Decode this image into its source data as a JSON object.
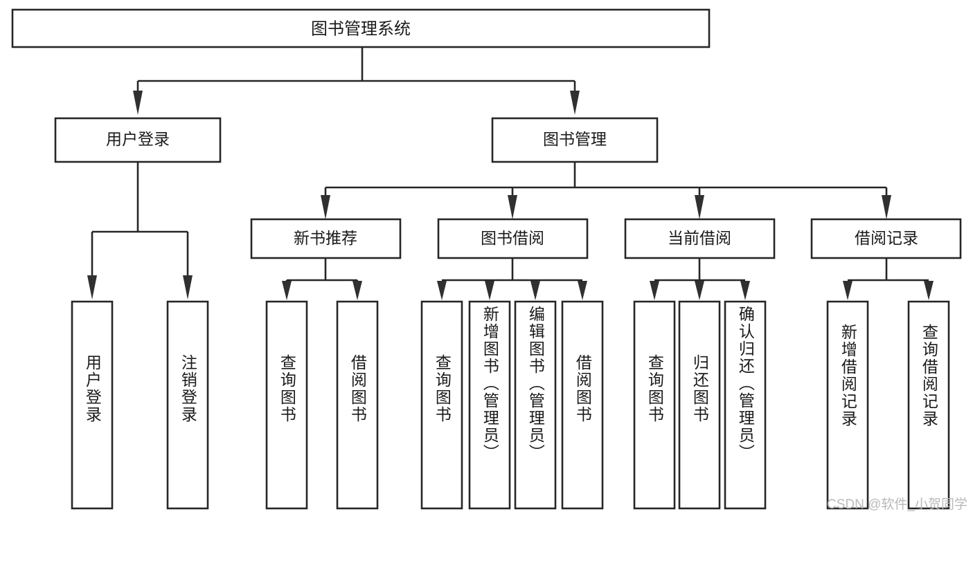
{
  "diagram": {
    "type": "tree",
    "title": "图书管理系统",
    "watermark": "CSDN @软件_小贺同学",
    "colors": {
      "stroke": "#262626",
      "fill": "#ffffff",
      "text": "#1a1a1a",
      "arrow": "#303030",
      "watermark": "#b9b9b9"
    },
    "levels": {
      "root": {
        "label": "图书管理系统"
      },
      "level1": [
        {
          "label": "用户登录"
        },
        {
          "label": "图书管理"
        }
      ],
      "level2": [
        {
          "label": "新书推荐"
        },
        {
          "label": "图书借阅"
        },
        {
          "label": "当前借阅"
        },
        {
          "label": "借阅记录"
        }
      ],
      "leaves": [
        {
          "label": "用户登录"
        },
        {
          "label": "注销登录"
        },
        {
          "label": "查询图书"
        },
        {
          "label": "借阅图书"
        },
        {
          "label": "查询图书"
        },
        {
          "label": "新增图书（管理员）"
        },
        {
          "label": "编辑图书（管理员）"
        },
        {
          "label": "借阅图书"
        },
        {
          "label": "查询图书"
        },
        {
          "label": "归还图书"
        },
        {
          "label": "确认归还（管理员）"
        },
        {
          "label": "新增借阅记录"
        },
        {
          "label": "查询借阅记录"
        }
      ]
    },
    "edges": [
      {
        "from": "图书管理系统",
        "to": "用户登录"
      },
      {
        "from": "图书管理系统",
        "to": "图书管理"
      },
      {
        "from": "用户登录",
        "to": "用户登录"
      },
      {
        "from": "用户登录",
        "to": "注销登录"
      },
      {
        "from": "图书管理",
        "to": "新书推荐"
      },
      {
        "from": "图书管理",
        "to": "图书借阅"
      },
      {
        "from": "图书管理",
        "to": "当前借阅"
      },
      {
        "from": "图书管理",
        "to": "借阅记录"
      },
      {
        "from": "新书推荐",
        "to": "查询图书"
      },
      {
        "from": "新书推荐",
        "to": "借阅图书"
      },
      {
        "from": "图书借阅",
        "to": "查询图书"
      },
      {
        "from": "图书借阅",
        "to": "新增图书（管理员）"
      },
      {
        "from": "图书借阅",
        "to": "编辑图书（管理员）"
      },
      {
        "from": "图书借阅",
        "to": "借阅图书"
      },
      {
        "from": "当前借阅",
        "to": "查询图书"
      },
      {
        "from": "当前借阅",
        "to": "归还图书"
      },
      {
        "from": "当前借阅",
        "to": "确认归还（管理员）"
      },
      {
        "from": "借阅记录",
        "to": "新增借阅记录"
      },
      {
        "from": "借阅记录",
        "to": "查询借阅记录"
      }
    ]
  }
}
